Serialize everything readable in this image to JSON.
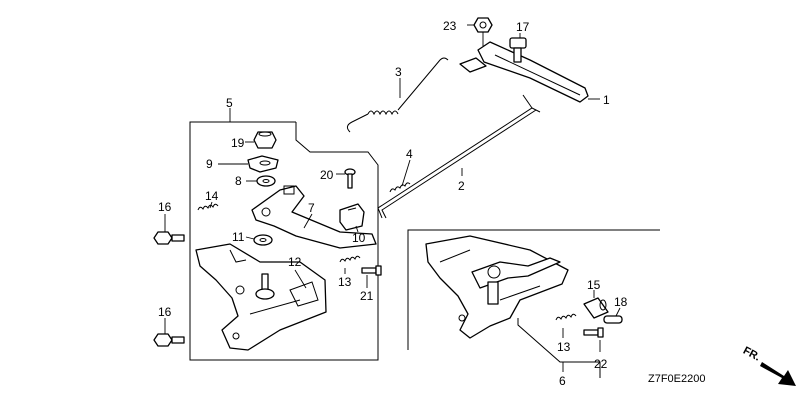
{
  "diagram": {
    "part_numbers": {
      "p1": "1",
      "p2": "2",
      "p3": "3",
      "p4": "4",
      "p5": "5",
      "p6": "6",
      "p7": "7",
      "p8": "8",
      "p9": "9",
      "p10": "10",
      "p11": "11",
      "p12": "12",
      "p13a": "13",
      "p13b": "13",
      "p14": "14",
      "p15": "15",
      "p16a": "16",
      "p16b": "16",
      "p17": "17",
      "p18": "18",
      "p19": "19",
      "p20": "20",
      "p21": "21",
      "p22": "22",
      "p23": "23"
    },
    "diagram_code": "Z7F0E2200",
    "direction_label": "FR.",
    "direction_arrow_icon": "front-arrow-icon",
    "line_color": "#000000",
    "background": "#ffffff"
  }
}
